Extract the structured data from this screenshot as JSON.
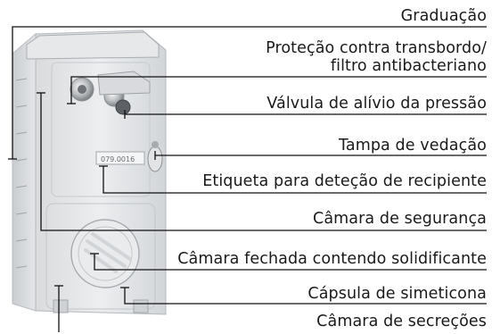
{
  "labels": {
    "graduacao": "Graduação",
    "protecao_line1": "Proteção contra transbordo/",
    "protecao_line2": "filtro antibacteriano",
    "valvula": "Válvula de alívio da pressão",
    "tampa": "Tampa de vedação",
    "etiqueta": "Etiqueta para deteção de recipiente",
    "camara_seguranca": "Câmara de segurança",
    "camara_fechada": "Câmara fechada contendo solidificante",
    "capsula": "Cápsula de simeticona",
    "camara_secrecoes": "Câmara de secreções"
  },
  "device": {
    "label_text": "079.0016"
  }
}
